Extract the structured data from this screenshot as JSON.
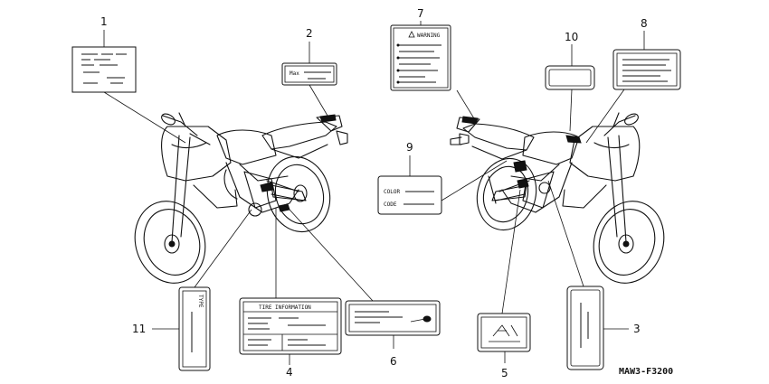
{
  "diagram": {
    "code": "MAW3-F3200",
    "callouts": [
      "1",
      "2",
      "3",
      "4",
      "5",
      "6",
      "7",
      "8",
      "9",
      "10",
      "11"
    ],
    "label_texts": {
      "label_2_max": "Max",
      "label_7_warning": "WARNING",
      "label_9_color": "COLOR",
      "label_9_code": "CODE",
      "label_11_type": "TYPE",
      "label_4_tire": "TIRE    INFORMATION"
    },
    "colors": {
      "ink": "#111111",
      "paper": "#ffffff"
    }
  }
}
